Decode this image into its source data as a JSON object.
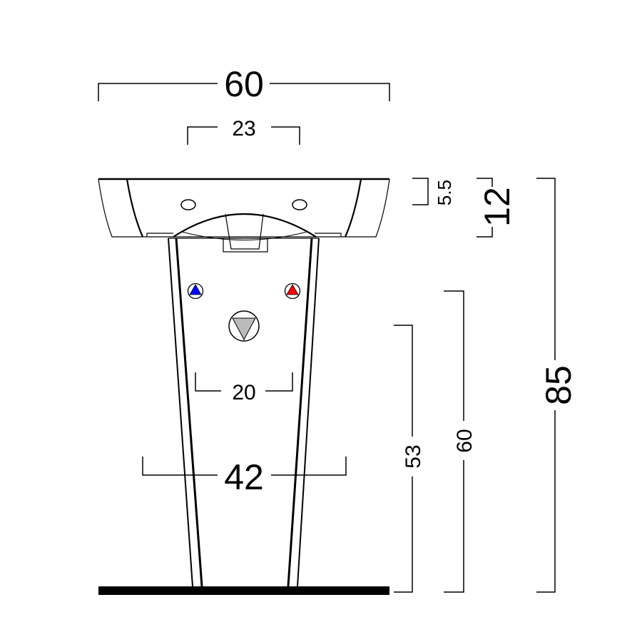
{
  "dimensions": {
    "overall_width": "60",
    "tap_spacing": "23",
    "supply_spacing": "20",
    "pedestal_base_width": "42",
    "rim_height": "5.5",
    "basin_height": "12",
    "total_height": "85",
    "supply_height": "60",
    "drain_height": "53"
  },
  "colors": {
    "cold_water": "#0000ff",
    "hot_water": "#ff0000",
    "drain": "#bbbbbb",
    "floor": "#000000"
  }
}
